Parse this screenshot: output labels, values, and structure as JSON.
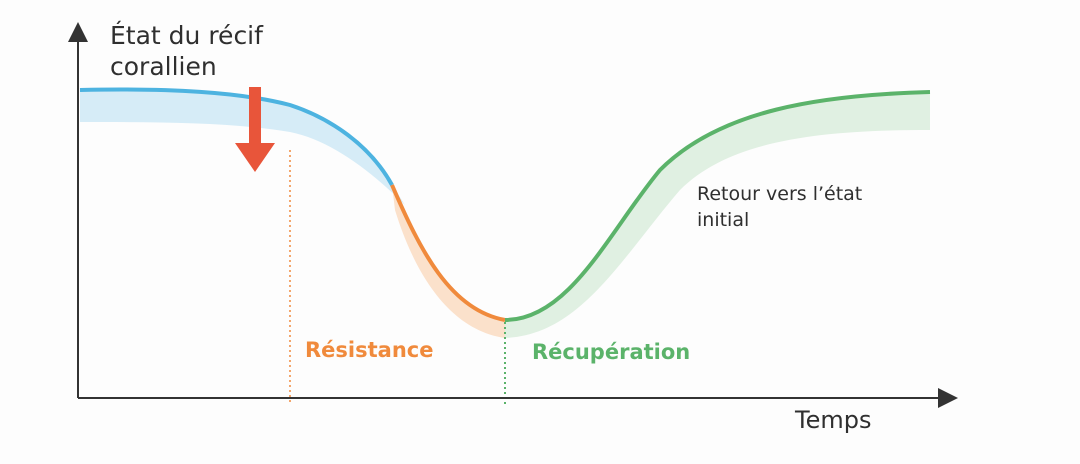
{
  "y_axis_label": "État du récif corallien",
  "y_axis_label_line1": "État du récif",
  "y_axis_label_line2": "corallien",
  "x_axis_label": "Temps",
  "phase_resistance": "Résistance",
  "phase_recovery": "Récupération",
  "annotation_line1": "Retour vers l’état",
  "annotation_line2": "initial",
  "colors": {
    "initial": "#4db3e0",
    "resistance": "#f08a3c",
    "recovery": "#5bb36a",
    "arrow": "#e8553a"
  }
}
